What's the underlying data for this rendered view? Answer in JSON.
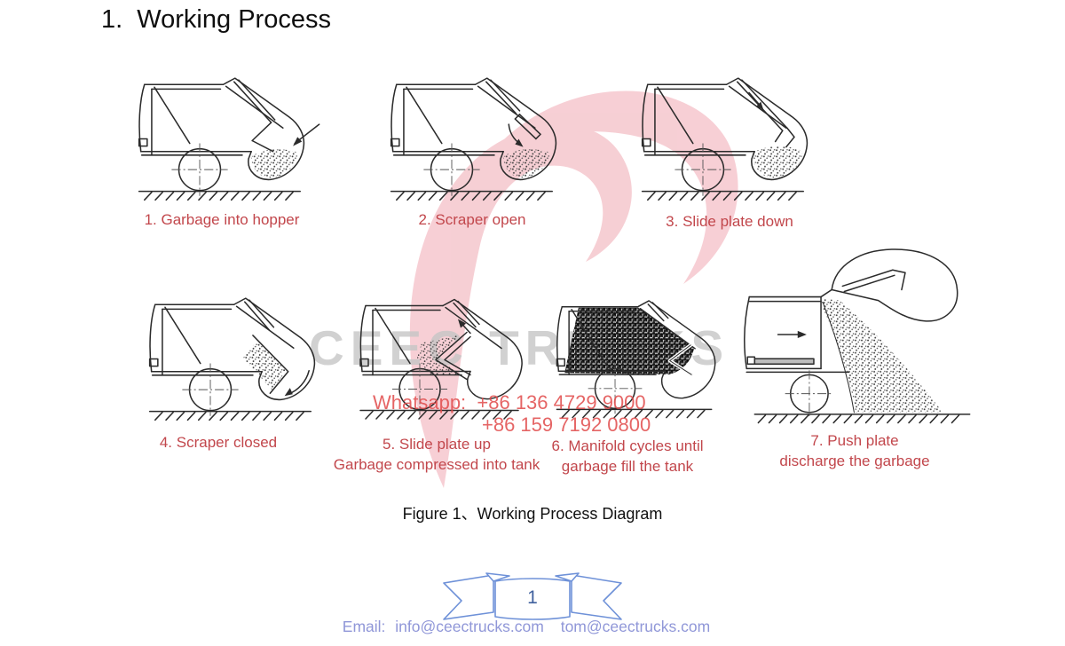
{
  "page": {
    "title": "1.  Working Process",
    "figure_caption": "Figure 1、Working Process Diagram",
    "page_number": "1"
  },
  "steps": [
    {
      "label": "1. Garbage into hopper",
      "line2": ""
    },
    {
      "label": "2. Scraper open",
      "line2": ""
    },
    {
      "label": "3. Slide plate down",
      "line2": ""
    },
    {
      "label": "4. Scraper closed",
      "line2": ""
    },
    {
      "label": "5. Slide plate up",
      "line2": "Garbage compressed into tank"
    },
    {
      "label": "6. Manifold cycles until",
      "line2": "garbage fill the tank"
    },
    {
      "label": "7. Push plate",
      "line2": "discharge the garbage"
    }
  ],
  "watermark": {
    "brand": "CEEC TRUCKS",
    "whatsapp_line1": "Whatsapp:  +86 136 4729 9000",
    "whatsapp_line2": "+86 159 7192 0800"
  },
  "footer": {
    "email_label": "Email:",
    "email1": "info@ceectrucks.com",
    "email2": "tom@ceectrucks.com"
  },
  "colors": {
    "caption_red": "#c2474c",
    "whatsapp_red": "#e14b4b",
    "footer_blue": "#9097d8",
    "ribbon_blue": "#6e91d8",
    "page_number_blue": "#41619e",
    "watermark_pink": "#f0a8b2",
    "watermark_gray": "#c6c6c6",
    "line_black": "#2b2b2b"
  }
}
